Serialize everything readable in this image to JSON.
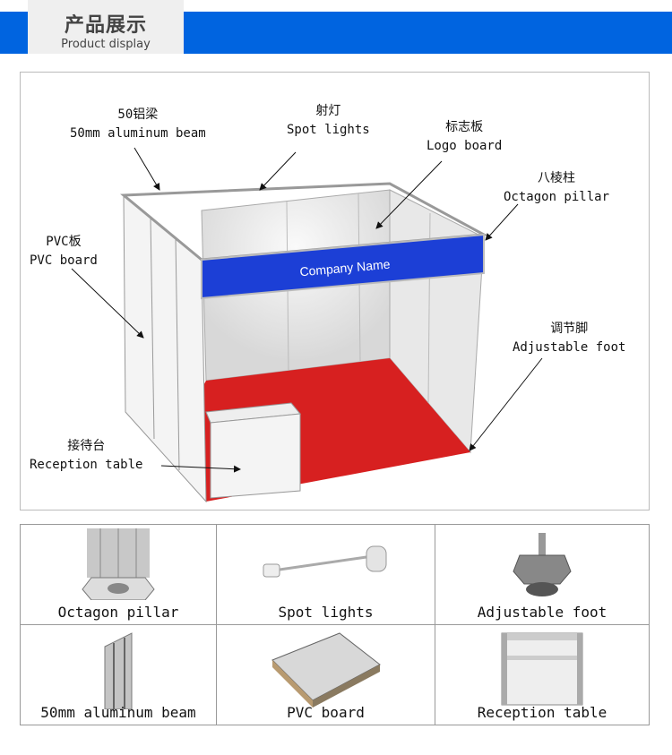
{
  "header": {
    "title_cn": "产品展示",
    "title_en": "Product display",
    "bar_color": "#0064e0"
  },
  "diagram": {
    "banner_text": "Company Name",
    "labels": [
      {
        "cn": "50铝梁",
        "en": "50mm aluminum beam"
      },
      {
        "cn": "射灯",
        "en": "Spot lights"
      },
      {
        "cn": "标志板",
        "en": "Logo board"
      },
      {
        "cn": "八棱柱",
        "en": "Octagon pillar"
      },
      {
        "cn": "PVC板",
        "en": "PVC board"
      },
      {
        "cn": "调节脚",
        "en": "Adjustable foot"
      },
      {
        "cn": "接待台",
        "en": "Reception table"
      }
    ]
  },
  "products": [
    {
      "name": "Octagon pillar",
      "icon": "octagon-pillar"
    },
    {
      "name": "Spot lights",
      "icon": "spot-light"
    },
    {
      "name": "Adjustable foot",
      "icon": "adjustable-foot"
    },
    {
      "name": "50mm aluminum beam",
      "icon": "aluminum-beam"
    },
    {
      "name": "PVC board",
      "icon": "pvc-board"
    },
    {
      "name": "Reception table",
      "icon": "reception-table"
    }
  ]
}
